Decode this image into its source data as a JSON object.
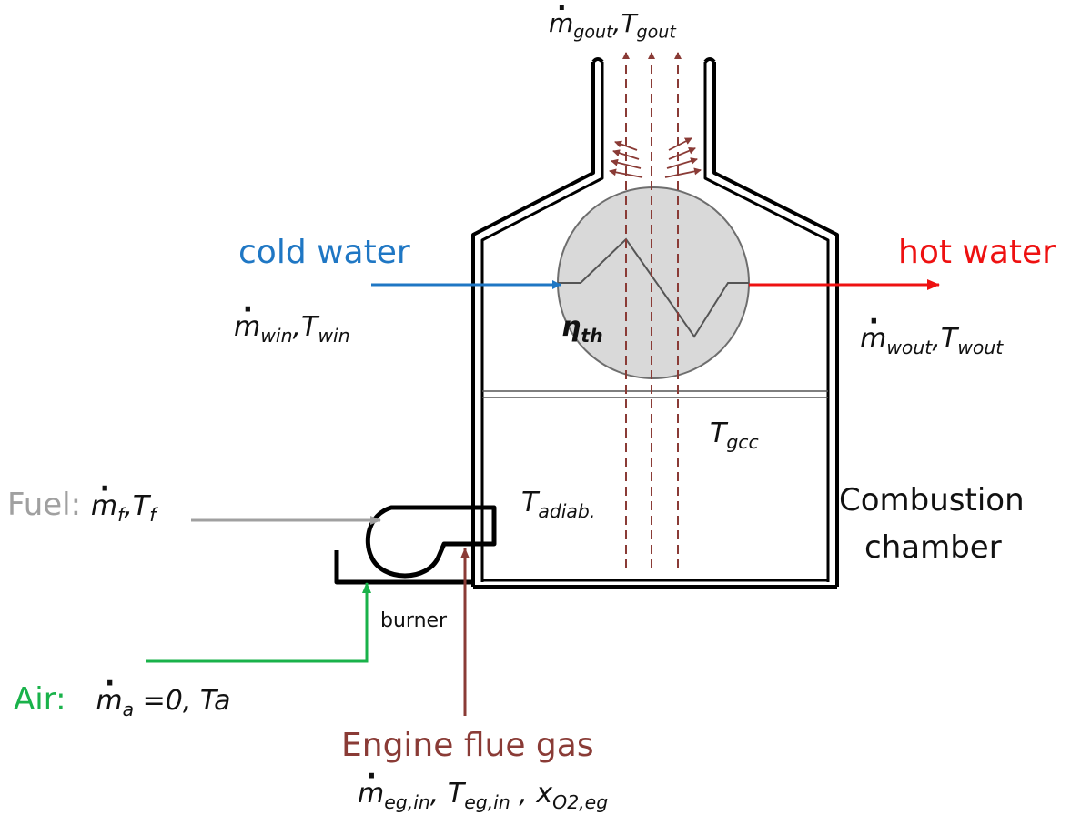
{
  "labels": {
    "gas_out": {
      "m": "m",
      "m_sub": "gout",
      "sep": ",",
      "T": "T",
      "T_sub": "gout"
    },
    "cold_water": "cold water",
    "water_in": {
      "m": "m",
      "m_sub": "win",
      "sep": ",",
      "T": "T",
      "T_sub": "win"
    },
    "hot_water": "hot water",
    "water_out": {
      "m": "m",
      "m_sub": "wout",
      "sep": ",",
      "T": "T",
      "T_sub": "wout"
    },
    "efficiency": {
      "sym": "η",
      "sub": "th"
    },
    "t_gcc": {
      "T": "T",
      "sub": "gcc"
    },
    "t_adiab": {
      "T": "T",
      "sub": "adiab."
    },
    "combustion_chamber_line1": "Combustion",
    "combustion_chamber_line2": "chamber",
    "fuel": {
      "word": "Fuel:",
      "m": "m",
      "m_sub": "f",
      "sep": ",",
      "T": "T",
      "T_sub": "f"
    },
    "burner": "burner",
    "air": {
      "word": "Air:",
      "m": "m",
      "m_sub": "a",
      "rest": " =0, Ta"
    },
    "engine_flue_gas": "Engine flue gas",
    "flue_in": {
      "m": "m",
      "m_sub": "eg,in",
      "sep1": ", ",
      "T": "T",
      "T_sub": "eg,in",
      "sep2": " , ",
      "x": "x",
      "x_sub": "O2,eg"
    }
  },
  "colors": {
    "cold_water": "#1f77c4",
    "hot_water": "#ee1111",
    "fuel": "#a0a0a0",
    "air": "#19b24a",
    "flue_gas": "#8a3b36",
    "outline": "#000000",
    "heat_exchanger_fill": "#d9d9d9"
  }
}
